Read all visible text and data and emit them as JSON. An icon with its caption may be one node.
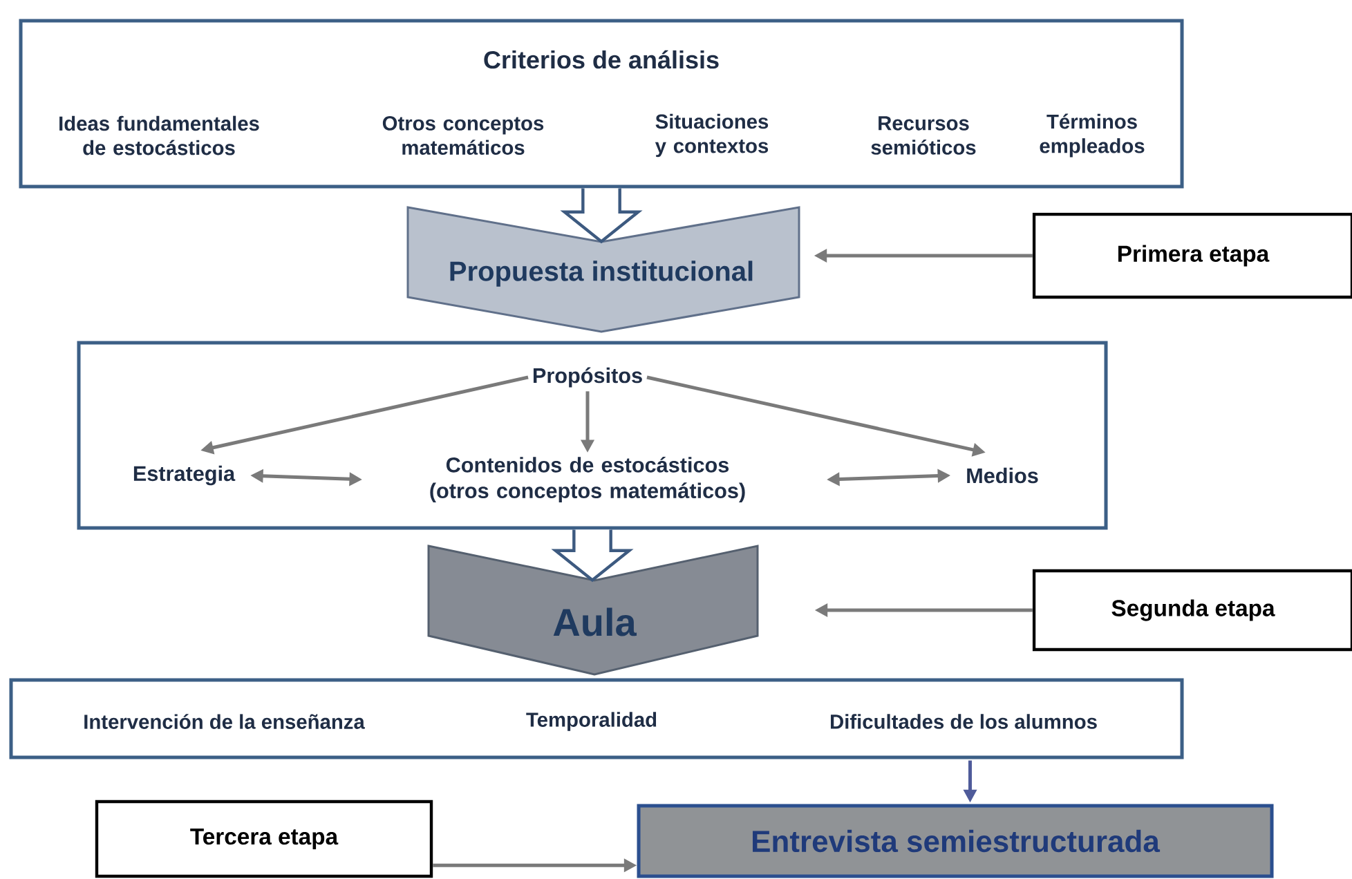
{
  "diagram": {
    "nodes": [
      {
        "text": [
          "Criterios de análisis",
          "Ideas fundamentales de estocásticos",
          "Otros conceptos matemáticos",
          "Situaciones y contextos",
          "Recursos semióticos",
          "Términos empleados"
        ]
      },
      {
        "text": [
          "Propuesta institucional"
        ]
      },
      {
        "text": [
          "Primera etapa"
        ]
      },
      {
        "text": [],
        "shape": "box"
      },
      {
        "text": [
          "Propósitos"
        ],
        "in": 3
      },
      {
        "text": [
          "Estrategia"
        ],
        "in": 3
      },
      {
        "text": [
          "Contenidos de estocásticos (otros conceptos matemáticos)"
        ],
        "in": 3
      },
      {
        "text": [
          "Medios"
        ],
        "in": 3
      },
      {
        "text": [
          "Aula"
        ]
      },
      {
        "text": [
          "Segunda etapa"
        ]
      },
      {
        "text": [
          "Intervención de la enseñanza",
          "Temporalidad",
          "Dificultades de los alumnos"
        ]
      },
      {
        "text": [
          "Tercera etapa"
        ]
      },
      {
        "text": [
          "Entrevista semiestructurada"
        ]
      }
    ],
    "edges": [
      {
        "from": 0,
        "to": 1,
        "arrow": "to",
        "color": "#3d5a80"
      },
      {
        "from": 2,
        "to": 1,
        "arrow": "to"
      },
      {
        "from": 4,
        "to": 5,
        "arrow": "to"
      },
      {
        "from": 4,
        "to": 6,
        "arrow": "to"
      },
      {
        "from": 4,
        "to": 7,
        "arrow": "to"
      },
      {
        "from": 5,
        "to": 6,
        "arrow": "both"
      },
      {
        "from": 6,
        "to": 7,
        "arrow": "both"
      },
      {
        "from": 3,
        "to": 8,
        "arrow": "to",
        "color": "#3d5a80"
      },
      {
        "from": 9,
        "to": 8,
        "arrow": "to"
      },
      {
        "from": 10,
        "to": 12,
        "arrow": "to",
        "color": "#4f5b9a"
      },
      {
        "from": 11,
        "to": 12,
        "arrow": "to"
      }
    ]
  }
}
